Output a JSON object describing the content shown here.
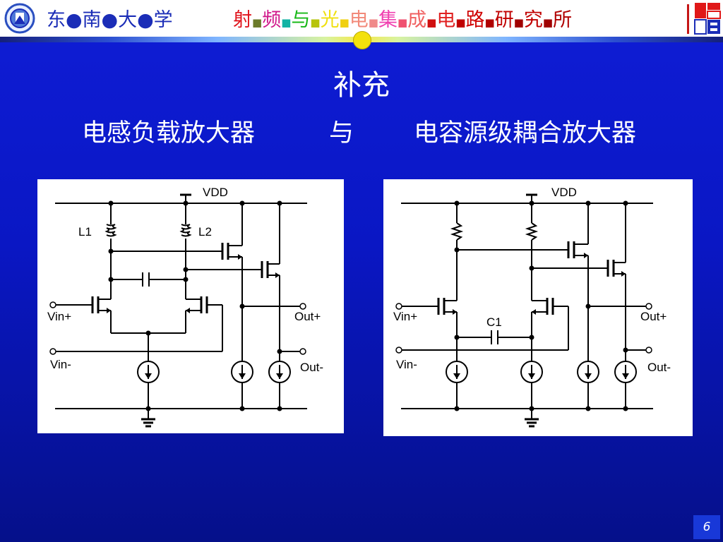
{
  "header": {
    "university": "东●南●大●学",
    "institute_chars": [
      {
        "t": "射",
        "c": "#e0141c"
      },
      {
        "t": "■",
        "c": "#6b7b2a"
      },
      {
        "t": "频",
        "c": "#d0178a"
      },
      {
        "t": "■",
        "c": "#12b3a4"
      },
      {
        "t": "与",
        "c": "#17b817"
      },
      {
        "t": "■",
        "c": "#b7c40d"
      },
      {
        "t": "光",
        "c": "#f0e010"
      },
      {
        "t": "■",
        "c": "#f0d010"
      },
      {
        "t": "电",
        "c": "#f28a7a"
      },
      {
        "t": "■",
        "c": "#f08a8a"
      },
      {
        "t": "集",
        "c": "#f040b0"
      },
      {
        "t": "■",
        "c": "#f05070"
      },
      {
        "t": "成",
        "c": "#f06060"
      },
      {
        "t": "■",
        "c": "#d01010"
      },
      {
        "t": "电",
        "c": "#e02020"
      },
      {
        "t": "■",
        "c": "#c00000"
      },
      {
        "t": "路",
        "c": "#d00000"
      },
      {
        "t": "■",
        "c": "#b00000"
      },
      {
        "t": "研",
        "c": "#c00000"
      },
      {
        "t": "■",
        "c": "#a00000"
      },
      {
        "t": "究",
        "c": "#c00000"
      },
      {
        "t": "■",
        "c": "#a00000"
      },
      {
        "t": "所",
        "c": "#b00000"
      }
    ]
  },
  "slide": {
    "title": "补充",
    "subtitle_left": "电感负载放大器",
    "subtitle_mid": "与",
    "subtitle_right": "电容源级耦合放大器",
    "page_number": "6"
  },
  "left_circuit": {
    "vdd": "VDD",
    "l1": "L1",
    "l2": "L2",
    "vin_p": "Vin+",
    "vin_m": "Vin-",
    "out_p": "Out+",
    "out_m": "Out-"
  },
  "right_circuit": {
    "vdd": "VDD",
    "c1": "C1",
    "vin_p": "Vin+",
    "vin_m": "Vin-",
    "out_p": "Out+",
    "out_m": "Out-"
  }
}
